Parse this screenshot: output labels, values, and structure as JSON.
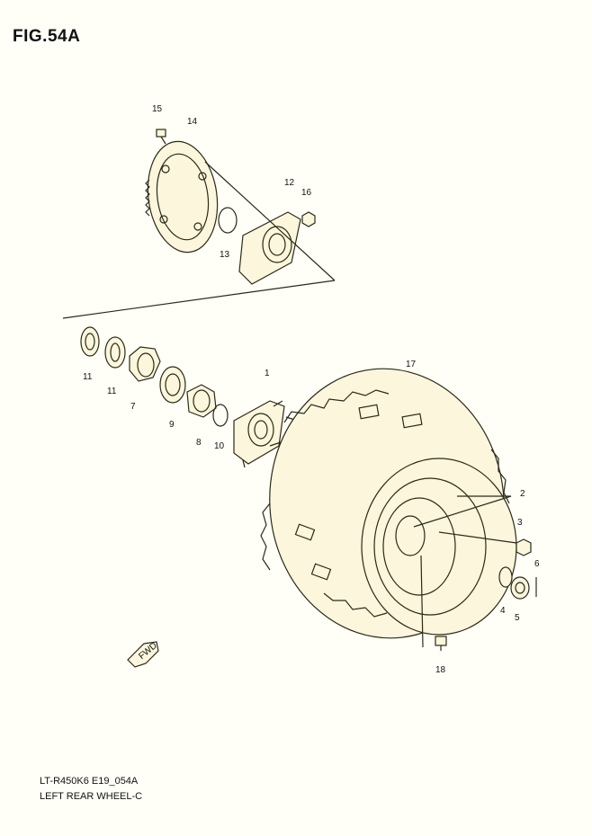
{
  "figure": {
    "title": "FIG.54A",
    "code": "LT-R450K6 E19_054A",
    "caption": "LEFT REAR WHEEL-C",
    "fwd_label": "FWD"
  },
  "callouts": [
    "1",
    "2",
    "3",
    "4",
    "5",
    "6",
    "7",
    "8",
    "9",
    "10",
    "11",
    "11",
    "12",
    "13",
    "14",
    "15",
    "16",
    "17",
    "18"
  ],
  "colors": {
    "line": "#2a2a18",
    "fill": "#fbf6dc",
    "background": "#fffff8"
  }
}
